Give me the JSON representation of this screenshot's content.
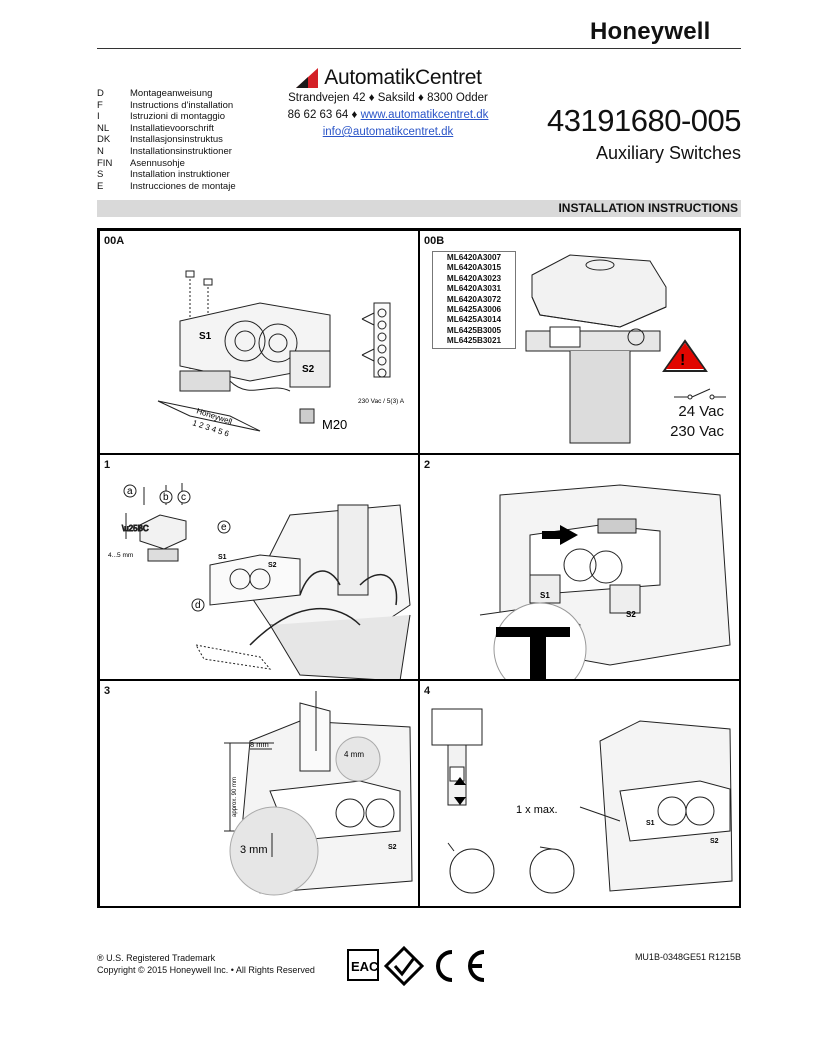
{
  "header": {
    "brand": "Honeywell",
    "languages": [
      {
        "code": "D",
        "text": "Montageanweisung"
      },
      {
        "code": "F",
        "text": "Instructions d'installation"
      },
      {
        "code": "I",
        "text": "Istruzioni di montaggio"
      },
      {
        "code": "NL",
        "text": "Installatievoorschrift"
      },
      {
        "code": "DK",
        "text": "Installasjonsinstruktus"
      },
      {
        "code": "N",
        "text": "Installationsinstruktioner"
      },
      {
        "code": "FIN",
        "text": "Asennusohje"
      },
      {
        "code": "S",
        "text": "Installation instruktioner"
      },
      {
        "code": "E",
        "text": "Instrucciones de montaje"
      }
    ],
    "dealer": {
      "name": "AutomatikCentret",
      "address": "Strandvejen 42 ♦ Saksild ♦ 8300 Odder",
      "phone": "86 62 63 64 ♦",
      "website": "www.automatikcentret.dk",
      "email": "info@automatikcentret.dk"
    },
    "doc_number": "43191680-005",
    "doc_title": "Auxiliary Switches"
  },
  "section_title": "INSTALLATION INSTRUCTIONS",
  "panels": {
    "p00a": {
      "label": "00A",
      "switch1": "S1",
      "switch2": "S2",
      "strip_brand": "Honeywell",
      "strip_numbers": "1 2 3 4 5 6",
      "rating": "230 Vac / 5(3) A",
      "gland": "M20"
    },
    "p00b": {
      "label": "00B",
      "models": [
        "ML6420A3007",
        "ML6420A3015",
        "ML6420A3023",
        "ML6420A3031",
        "ML6420A3072",
        "ML6425A3006",
        "ML6425A3014",
        "ML6425B3005",
        "ML6425B3021"
      ],
      "voltage_low": "24 Vac",
      "voltage_high": "230 Vac"
    },
    "p1": {
      "label": "1",
      "callouts": [
        "a",
        "b",
        "c",
        "d",
        "e"
      ],
      "screw_size": "4...5 mm",
      "switch1": "S1",
      "switch2": "S2"
    },
    "p2": {
      "label": "2",
      "switch1": "S1",
      "switch2": "S2"
    },
    "p3": {
      "label": "3",
      "dim_8mm": "8 mm",
      "dim_90mm": "approx. 90 mm",
      "dim_4mm": "4 mm",
      "dim_3mm": "3 mm",
      "switch2": "S2"
    },
    "p4": {
      "label": "4",
      "max_note": "1 x max.",
      "switch1": "S1",
      "switch2": "S2"
    }
  },
  "footer": {
    "trademark": "® U.S. Registered Trademark",
    "copyright": "Copyright ©  2015 Honeywell Inc. • All Rights Reserved",
    "doc_code": "MU1B-0348GE51 R1215B",
    "marks": [
      "EAC",
      "RCM",
      "CE"
    ]
  },
  "colors": {
    "dealer_logo": "#d42027",
    "link": "#2b55c8",
    "section_bar": "#d9d9d9",
    "warning_fill": "#e10600"
  }
}
